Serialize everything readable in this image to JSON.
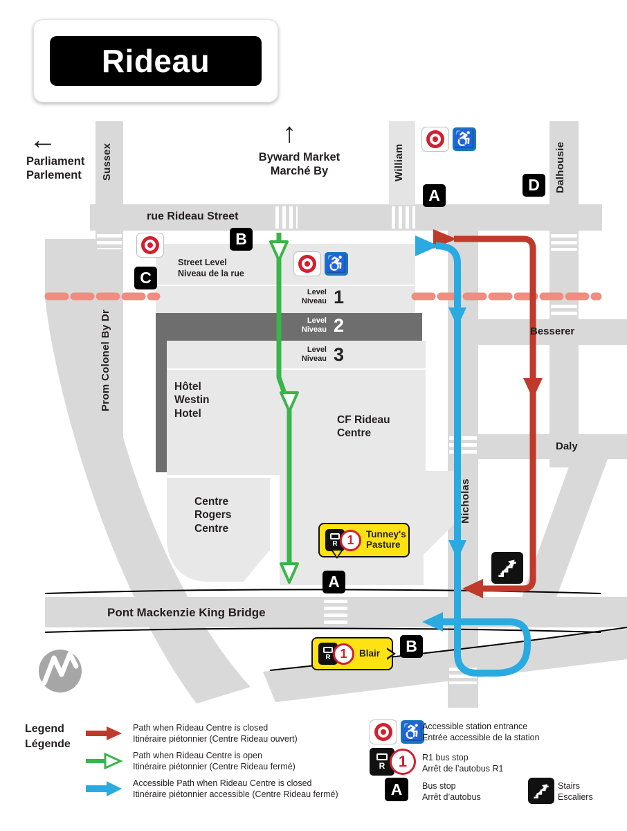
{
  "colors": {
    "street_gray": "#d9d9d9",
    "building_gray": "#e8e8e8",
    "slab_dark": "#6e6e6e",
    "route_red": "#c03a2b",
    "route_green": "#39b54a",
    "route_blue": "#29abe2",
    "rail_pink": "#ee8d80",
    "badge_yellow": "#ffe212",
    "access_blue": "#1b75bc",
    "otrain_red": "#d1202f",
    "ink_black": "#231f20"
  },
  "header": {
    "station_name": "Rideau"
  },
  "icons": {
    "arrow_left": "←",
    "arrow_up": "↑",
    "wheelchair": "♿"
  },
  "directions": {
    "parliament_line1": "Parliament",
    "parliament_line2": "Parlement",
    "byward_line1": "Byward Market",
    "byward_line2": "Marché By"
  },
  "streets": {
    "sussex": "Sussex",
    "william": "William",
    "dalhousie": "Dalhousie",
    "rideau": "rue Rideau Street",
    "colonel_by": "Prom Colonel By Dr",
    "besserer": "Besserer",
    "daly": "Daly",
    "nicholas": "Nicholas",
    "mackenzie_king": "Pont Mackenzie King Bridge"
  },
  "station": {
    "street_level_line1": "Street Level",
    "street_level_line2": "Niveau de la rue",
    "levels": [
      {
        "word1": "Level",
        "word2": "Niveau",
        "num": "1"
      },
      {
        "word1": "Level",
        "word2": "Niveau",
        "num": "2"
      },
      {
        "word1": "Level",
        "word2": "Niveau",
        "num": "3"
      }
    ]
  },
  "buildings": {
    "westin_line1": "Hôtel",
    "westin_line2": "Westin",
    "westin_line3": "Hotel",
    "cf_line1": "CF Rideau",
    "cf_line2": "Centre",
    "rogers_line1": "Centre",
    "rogers_line2": "Rogers",
    "rogers_line3": "Centre"
  },
  "stops": {
    "a_william": "A",
    "b_rideau": "B",
    "c_rideau": "C",
    "d_dalhousie": "D",
    "a_mall": "A",
    "b_bridge": "B"
  },
  "bus_badges": {
    "r_label": "R",
    "route_number": "1",
    "tunneys_line1": "Tunney's",
    "tunneys_line2": "Pasture",
    "blair": "Blair"
  },
  "legend": {
    "title_line1": "Legend",
    "title_line2": "Légende",
    "bus_stop_letter": "A",
    "paths": [
      {
        "en": "Path when Rideau Centre is closed",
        "fr": "Itinéraire piétonnier (Centre Rideau ouvert)"
      },
      {
        "en": "Path when Rideau Centre is open",
        "fr": "Itinéraire piétonnier (Centre Rideau fermé)"
      },
      {
        "en": "Accessible Path when Rideau Centre is closed",
        "fr": "Itinéraire piétonnier accessible (Centre Rideau fermé)"
      }
    ],
    "symbols": [
      {
        "en": "Accessible station entrance",
        "fr": "Entrée accessible de la station"
      },
      {
        "en": "R1 bus stop",
        "fr": "Arrêt de l’autobus R1"
      },
      {
        "en": "Bus stop",
        "fr": "Arrêt d’autobus"
      },
      {
        "en": "Stairs",
        "fr": "Escaliers"
      }
    ]
  }
}
